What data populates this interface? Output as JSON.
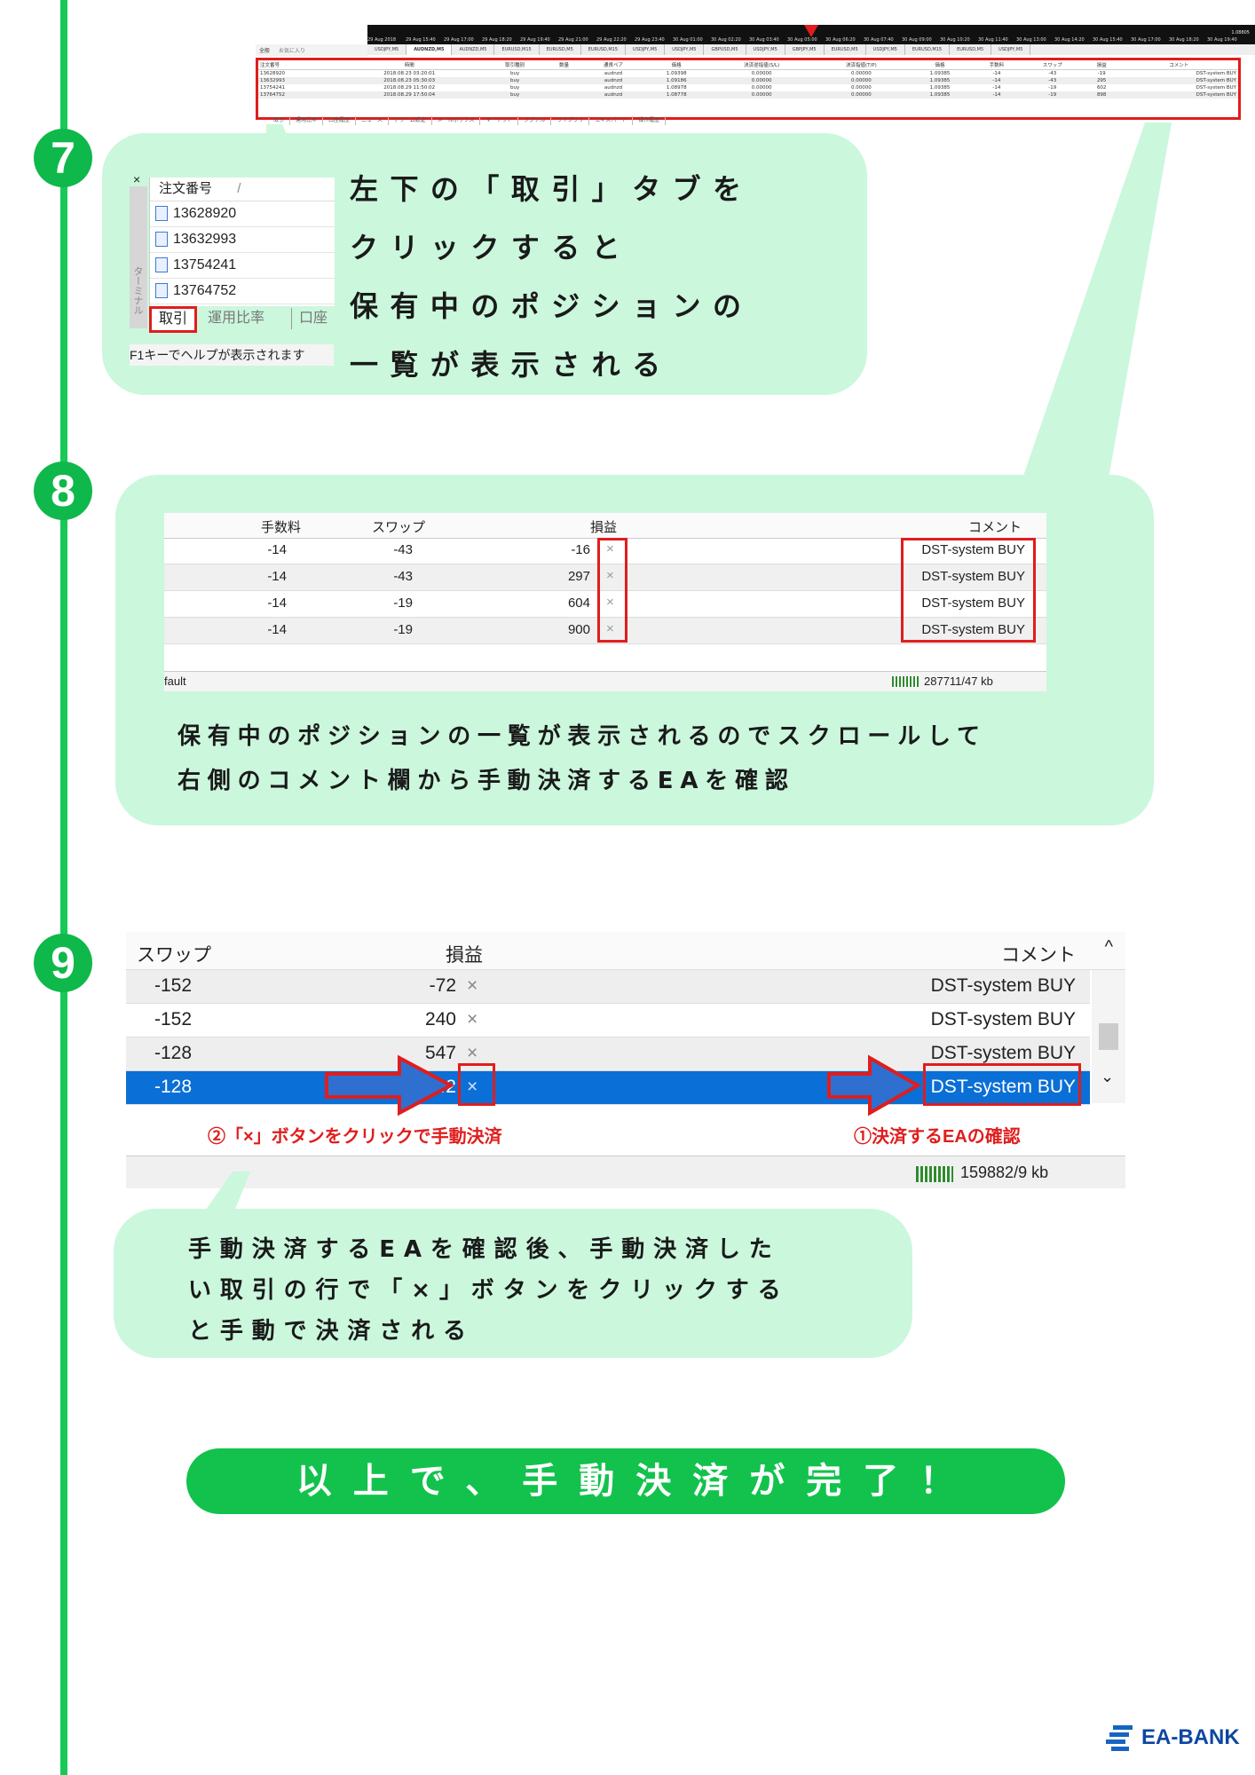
{
  "steps": [
    "7",
    "8",
    "9"
  ],
  "top_shot": {
    "time_labels": [
      "29 Aug 2018",
      "29 Aug 15:40",
      "29 Aug 17:00",
      "29 Aug 18:20",
      "29 Aug 19:40",
      "29 Aug 21:00",
      "29 Aug 22:20",
      "29 Aug 23:40",
      "30 Aug 01:00",
      "30 Aug 02:20",
      "30 Aug 03:40",
      "30 Aug 05:00",
      "30 Aug 06:20",
      "30 Aug 07:40",
      "30 Aug 09:00",
      "30 Aug 10:20",
      "30 Aug 11:40",
      "30 Aug 13:00",
      "30 Aug 14:20",
      "30 Aug 15:40",
      "30 Aug 17:00",
      "30 Aug 18:20",
      "30 Aug 19:40"
    ],
    "price_right": "1.08805",
    "side_tabs": [
      "全般",
      "お気に入り"
    ],
    "symbol_tabs": [
      "USDJPY,M5",
      "AUDNZD,M5",
      "AUDNZD,M5",
      "EURUSD,M15",
      "EURUSD,M5",
      "EURUSD,M15",
      "USDJPY,M5",
      "USDJPY,M5",
      "GBPUSD,M5",
      "USDJPY,M5",
      "GBPJPY,M5",
      "EURUSD,M5",
      "USDJPY,M5",
      "EURUSD,M15",
      "EURUSD,M5",
      "USDJPY,M5"
    ],
    "headers": [
      "注文番号",
      "時間",
      "取引種別",
      "数量",
      "通貨ペア",
      "価格",
      "決済逆指値(S/L)",
      "決済指値(T/P)",
      "価格",
      "手数料",
      "スワップ",
      "損益",
      "コメント"
    ],
    "rows": [
      [
        "13628920",
        "2018.08.23 03:20:01",
        "buy",
        "",
        "audnzd",
        "1.09398",
        "0.00000",
        "0.00000",
        "1.09385",
        "-14",
        "-43",
        "-19",
        "DST-system BUY"
      ],
      [
        "13632993",
        "2018.08.23 05:30:03",
        "buy",
        "",
        "audnzd",
        "1.09186",
        "0.00000",
        "0.00000",
        "1.09385",
        "-14",
        "-43",
        "295",
        "DST-system BUY"
      ],
      [
        "13754241",
        "2018.08.29 11:50:02",
        "buy",
        "",
        "audnzd",
        "1.08978",
        "0.00000",
        "0.00000",
        "1.09385",
        "-14",
        "-19",
        "602",
        "DST-system BUY"
      ],
      [
        "13764752",
        "2018.08.29 17:50:04",
        "buy",
        "",
        "audnzd",
        "1.08778",
        "0.00000",
        "0.00000",
        "1.09385",
        "-14",
        "-19",
        "898",
        "DST-system BUY"
      ]
    ],
    "bottom_tabs": [
      "取引",
      "運用比率",
      "口座履歴",
      "ニュース",
      "アラーム設定",
      "メールボックス",
      "マーケット",
      "シグナル",
      "ライブラリ",
      "エキスパート",
      "操作履歴"
    ]
  },
  "step7": {
    "zoom": {
      "close_glyph": "×",
      "header": "注文番号",
      "sort_glyph": "/",
      "orders": [
        "13628920",
        "13632993",
        "13754241",
        "13764752"
      ],
      "side_label": "ターミナル",
      "tab_active": "取引",
      "tab2": "運用比率",
      "tab3": "口座",
      "status": "F1キーでヘルプが表示されます"
    },
    "text_lines": [
      "左下の「取引」タブを",
      "クリックすると",
      "保有中のポジションの",
      "一覧が表示される"
    ]
  },
  "step8": {
    "headers": {
      "fee": "手数料",
      "swap": "スワップ",
      "pl": "損益",
      "comment": "コメント"
    },
    "rows": [
      {
        "fee": "-14",
        "swap": "-43",
        "pl": "-16",
        "comment": "DST-system BUY"
      },
      {
        "fee": "-14",
        "swap": "-43",
        "pl": "297",
        "comment": "DST-system BUY"
      },
      {
        "fee": "-14",
        "swap": "-19",
        "pl": "604",
        "comment": "DST-system BUY"
      },
      {
        "fee": "-14",
        "swap": "-19",
        "pl": "900",
        "comment": "DST-system BUY"
      }
    ],
    "status_left": "fault",
    "status_right": "287711/47 kb",
    "text_lines": [
      "保有中のポジションの一覧が表示されるのでスクロールして",
      "右側のコメント欄から手動決済するEAを確認"
    ]
  },
  "step9": {
    "headers": {
      "swap": "スワップ",
      "pl": "損益",
      "comment": "コメント"
    },
    "rows": [
      {
        "swap": "-152",
        "pl": "-72",
        "comment": "DST-system BUY"
      },
      {
        "swap": "-152",
        "pl": "240",
        "comment": "DST-system BUY"
      },
      {
        "swap": "-128",
        "pl": "547",
        "comment": "DST-system BUY"
      },
      {
        "swap": "-128",
        "pl": "842",
        "comment": "DST-system BUY"
      }
    ],
    "note_close": "②「×」ボタンをクリックで手動決済",
    "note_confirm": "①決済するEAの確認",
    "status_right": "159882/9 kb",
    "text_lines": [
      "手動決済するEAを確認後、手動決済した",
      "い取引の行で「×」ボタンをクリックする",
      "と手動で決済される"
    ]
  },
  "final_banner": "以上で、手動決済が完了！",
  "logo": "EA-BANK",
  "colors": {
    "green_line": "#19c957",
    "bubble": "#cbf7dd",
    "step_circle": "#0fb84a",
    "highlight_red": "#e01d1d",
    "selection_blue": "#0a6fd6",
    "banner": "#12c24c"
  }
}
